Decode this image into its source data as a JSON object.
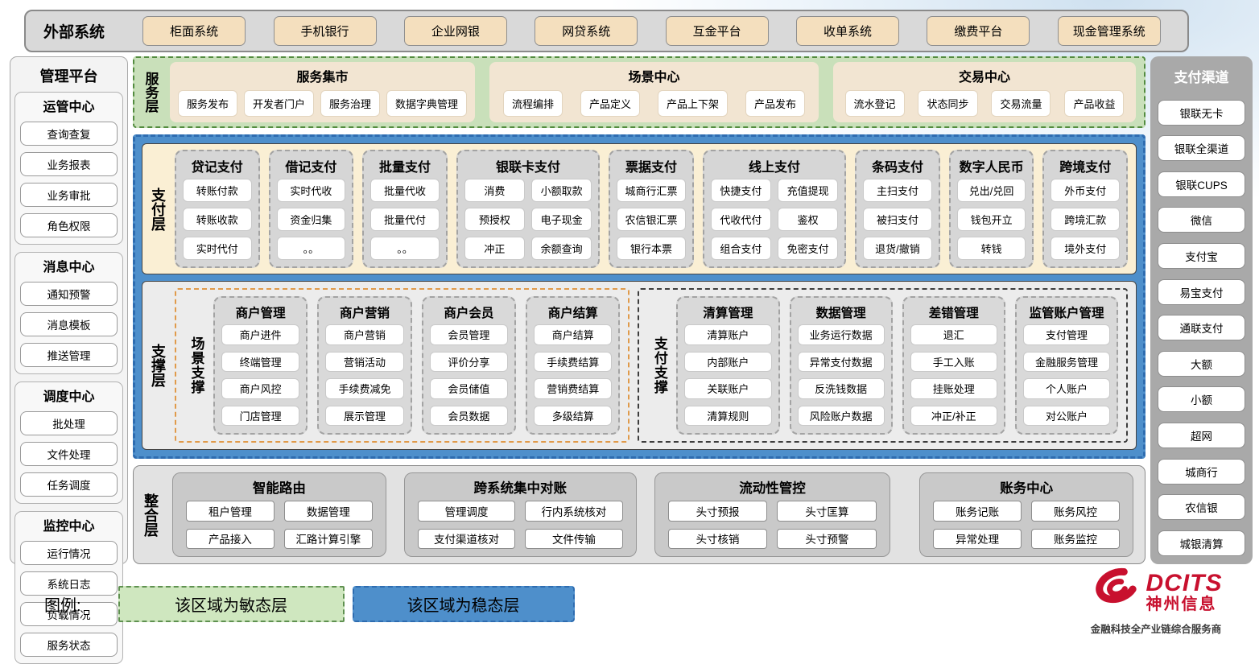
{
  "colors": {
    "stable_blue": "#4e8fcb",
    "agile_green": "#c9e0ba",
    "payment_cream": "#faefd4",
    "external_chip_tan": "#f4dfbe",
    "brand_red": "#c8102e"
  },
  "external_systems": {
    "title": "外部系统",
    "items": [
      "柜面系统",
      "手机银行",
      "企业网银",
      "网贷系统",
      "互金平台",
      "收单系统",
      "缴费平台",
      "现金管理系统"
    ]
  },
  "management_platform": {
    "title": "管理平台",
    "groups": [
      {
        "title": "运管中心",
        "items": [
          "查询查复",
          "业务报表",
          "业务审批",
          "角色权限"
        ]
      },
      {
        "title": "消息中心",
        "items": [
          "通知预警",
          "消息模板",
          "推送管理"
        ]
      },
      {
        "title": "调度中心",
        "items": [
          "批处理",
          "文件处理",
          "任务调度"
        ]
      },
      {
        "title": "监控中心",
        "items": [
          "运行情况",
          "系统日志",
          "负载情况",
          "服务状态"
        ]
      }
    ]
  },
  "service_layer": {
    "label": "服务层",
    "groups": [
      {
        "title": "服务集市",
        "items": [
          "服务发布",
          "开发者门户",
          "服务治理",
          "数据字典管理"
        ]
      },
      {
        "title": "场景中心",
        "items": [
          "流程编排",
          "产品定义",
          "产品上下架",
          "产品发布"
        ]
      },
      {
        "title": "交易中心",
        "items": [
          "流水登记",
          "状态同步",
          "交易流量",
          "产品收益"
        ]
      }
    ]
  },
  "payment_layer": {
    "label": "支付层",
    "columns": [
      {
        "title": "贷记支付",
        "cols": 1,
        "items": [
          "转账付款",
          "转账收款",
          "实时代付"
        ]
      },
      {
        "title": "借记支付",
        "cols": 1,
        "items": [
          "实时代收",
          "资金归集",
          "。。"
        ]
      },
      {
        "title": "批量支付",
        "cols": 1,
        "items": [
          "批量代收",
          "批量代付",
          "。。"
        ]
      },
      {
        "title": "银联卡支付",
        "cols": 2,
        "items": [
          "消费",
          "小额取款",
          "预授权",
          "电子现金",
          "冲正",
          "余额查询"
        ]
      },
      {
        "title": "票据支付",
        "cols": 1,
        "items": [
          "城商行汇票",
          "农信银汇票",
          "银行本票"
        ]
      },
      {
        "title": "线上支付",
        "cols": 2,
        "items": [
          "快捷支付",
          "充值提现",
          "代收代付",
          "鉴权",
          "组合支付",
          "免密支付"
        ]
      },
      {
        "title": "条码支付",
        "cols": 1,
        "items": [
          "主扫支付",
          "被扫支付",
          "退货/撤销"
        ]
      },
      {
        "title": "数字人民币",
        "cols": 1,
        "items": [
          "兑出/兑回",
          "钱包开立",
          "转钱"
        ]
      },
      {
        "title": "跨境支付",
        "cols": 1,
        "items": [
          "外币支付",
          "跨境汇款",
          "境外支付"
        ]
      }
    ]
  },
  "support_layer": {
    "label": "支撑层",
    "sections": [
      {
        "label": "场景支撑",
        "style": "orange",
        "columns": [
          {
            "title": "商户管理",
            "items": [
              "商户进件",
              "终端管理",
              "商户风控",
              "门店管理"
            ]
          },
          {
            "title": "商户营销",
            "items": [
              "商户营销",
              "营销活动",
              "手续费减免",
              "展示管理"
            ]
          },
          {
            "title": "商户会员",
            "items": [
              "会员管理",
              "评价分享",
              "会员储值",
              "会员数据"
            ]
          },
          {
            "title": "商户结算",
            "items": [
              "商户结算",
              "手续费结算",
              "营销费结算",
              "多级结算"
            ]
          }
        ]
      },
      {
        "label": "支付支撑",
        "style": "dark",
        "columns": [
          {
            "title": "清算管理",
            "items": [
              "清算账户",
              "内部账户",
              "关联账户",
              "清算规则"
            ]
          },
          {
            "title": "数据管理",
            "items": [
              "业务运行数据",
              "异常支付数据",
              "反洗钱数据",
              "风险账户数据"
            ]
          },
          {
            "title": "差错管理",
            "items": [
              "退汇",
              "手工入账",
              "挂账处理",
              "冲正/补正"
            ]
          },
          {
            "title": "监管账户管理",
            "items": [
              "支付管理",
              "金融服务管理",
              "个人账户",
              "对公账户"
            ]
          }
        ]
      }
    ]
  },
  "integration_layer": {
    "label": "整合层",
    "groups": [
      {
        "title": "智能路由",
        "items": [
          "租户管理",
          "数据管理",
          "产品接入",
          "汇路计算引擎"
        ]
      },
      {
        "title": "跨系统集中对账",
        "items": [
          "管理调度",
          "行内系统核对",
          "支付渠道核对",
          "文件传输"
        ]
      },
      {
        "title": "流动性管控",
        "items": [
          "头寸预报",
          "头寸匡算",
          "头寸核销",
          "头寸预警"
        ]
      },
      {
        "title": "账务中心",
        "items": [
          "账务记账",
          "账务风控",
          "异常处理",
          "账务监控"
        ]
      }
    ]
  },
  "payment_channels": {
    "title": "支付渠道",
    "items": [
      "银联无卡",
      "银联全渠道",
      "银联CUPS",
      "微信",
      "支付宝",
      "易宝支付",
      "通联支付",
      "大额",
      "小额",
      "超网",
      "城商行",
      "农信银",
      "城银清算"
    ]
  },
  "legend": {
    "label": "图例:",
    "items": [
      {
        "text": "该区域为敏态层",
        "color": "#cfe7bf"
      },
      {
        "text": "该区域为稳态层",
        "color": "#4e8fcb"
      }
    ]
  },
  "logo": {
    "brand": "DCITS",
    "company": "神州信息",
    "tagline": "金融科技全产业链综合服务商"
  }
}
